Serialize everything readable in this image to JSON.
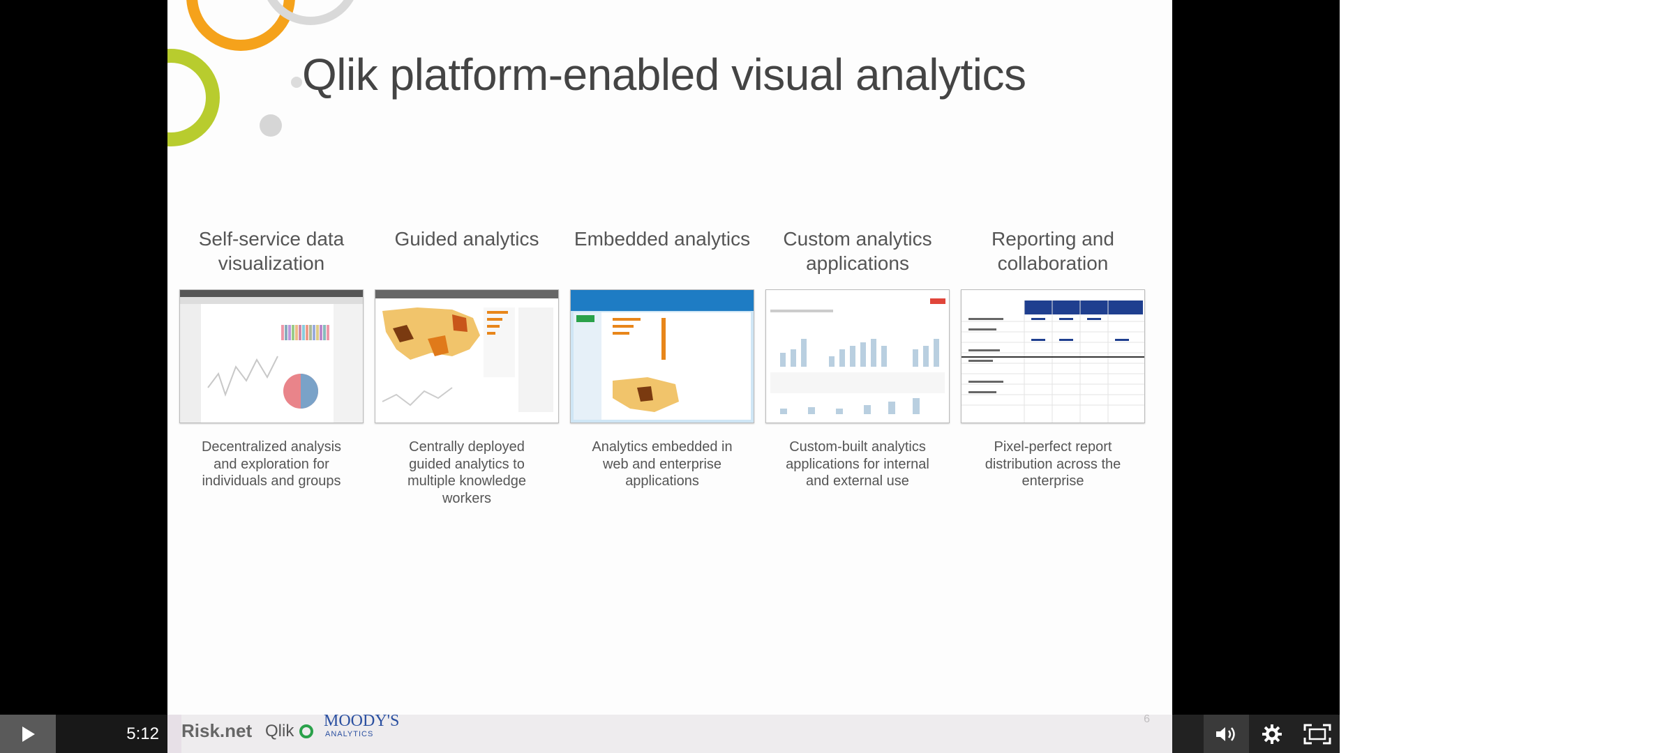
{
  "slide": {
    "title": "Qlik platform-enabled visual analytics",
    "slide_number": "6",
    "columns": [
      {
        "heading": "Self-service data visualization",
        "description": "Decentralized analysis and exploration for individuals and groups"
      },
      {
        "heading": "Guided analytics",
        "description": "Centrally deployed guided analytics to multiple knowledge workers"
      },
      {
        "heading": "Embedded analytics",
        "description": "Analytics embedded in web and enterprise applications"
      },
      {
        "heading": "Custom analytics applications",
        "description": "Custom-built analytics applications for internal and external use"
      },
      {
        "heading": "Reporting and collaboration",
        "description": "Pixel-perfect report distribution across the enterprise"
      }
    ],
    "logos": {
      "risk": "Risk.net",
      "qlik": "Qlik",
      "moodys_top": "MOODY'S",
      "moodys_bottom": "ANALYTICS"
    }
  },
  "player": {
    "time": "5:12",
    "progress": 0.014,
    "colors": {
      "play_button": "#5a5a5a",
      "accent_orange": "#f5a21b",
      "accent_green": "#b8cc2e",
      "accent_gray": "#d9d9d9"
    },
    "icons": [
      "play-icon",
      "volume-icon",
      "settings-gear-icon",
      "fullscreen-icon"
    ]
  }
}
